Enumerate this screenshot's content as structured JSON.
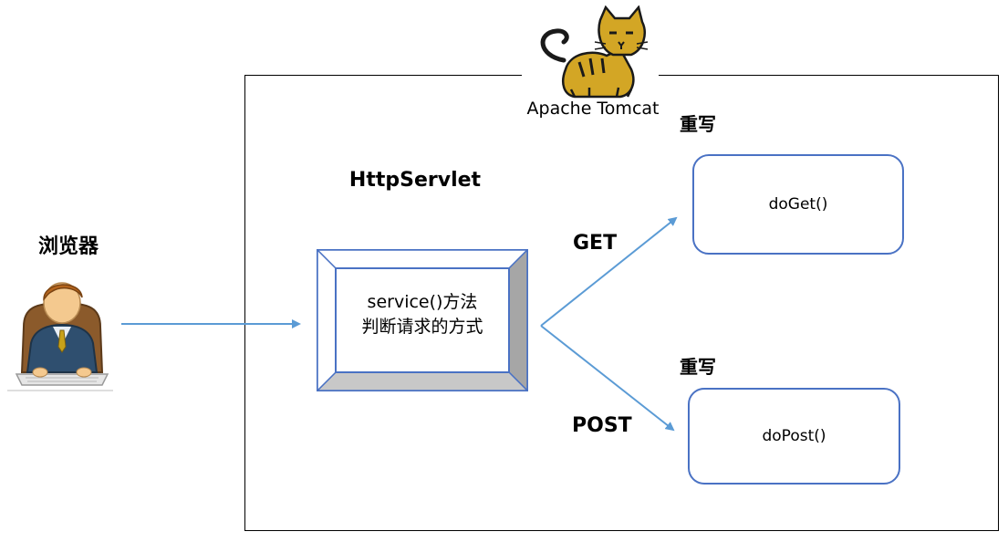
{
  "browser": {
    "label": "浏览器",
    "icon": "user-at-computer-icon"
  },
  "container": {
    "logo_text": "Apache Tomcat",
    "logo_icon": "tomcat-cat-icon"
  },
  "servlet": {
    "title": "HttpServlet",
    "service_line1": "service()方法",
    "service_line2": "判断请求的方式"
  },
  "methods": {
    "get": {
      "request_label": "GET",
      "override_label": "重写",
      "handler": "doGet()"
    },
    "post": {
      "request_label": "POST",
      "override_label": "重写",
      "handler": "doPost()"
    }
  },
  "colors": {
    "arrow": "#5b9bd5",
    "box_border": "#4a72c4",
    "frame_gray": "#a6a6a6",
    "tomcat_gold": "#d3a625"
  }
}
